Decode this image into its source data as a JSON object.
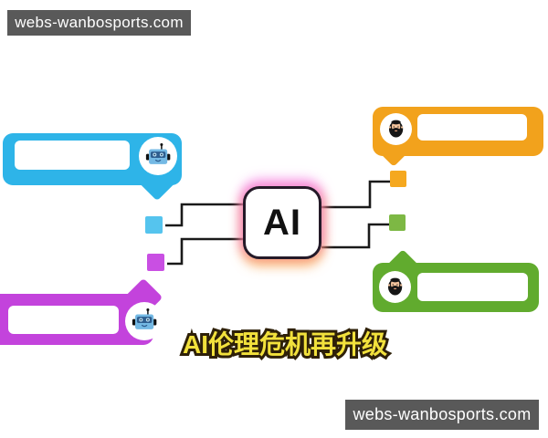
{
  "watermarks": {
    "top": "webs-wanbosports.com",
    "bottom": "webs-wanbosports.com"
  },
  "center_node": {
    "label": "AI"
  },
  "caption": {
    "text": "AI伦理危机再升级"
  },
  "bubbles": [
    {
      "position": "top-left",
      "color_name": "cyan",
      "avatar": "robot",
      "text": ""
    },
    {
      "position": "bottom-left",
      "color_name": "purple",
      "avatar": "robot",
      "text": ""
    },
    {
      "position": "top-right",
      "color_name": "orange",
      "avatar": "man",
      "text": ""
    },
    {
      "position": "bottom-right",
      "color_name": "green",
      "avatar": "man",
      "text": ""
    }
  ],
  "colors": {
    "background": "#FFFFFF",
    "watermark_bg": "#595959",
    "watermark_text": "#FFFFFF",
    "cyan_bubble": "#2EB4E8",
    "cyan_square": "#55C4EE",
    "purple_bubble": "#C343DC",
    "purple_square": "#C94FE3",
    "orange_bubble": "#F2A21C",
    "orange_square": "#F5A81F",
    "green_bubble": "#61AB2E",
    "green_square": "#7DB844",
    "connector": "#1A1A1A",
    "ai_border": "#241A28",
    "ai_glow_top": "#F370E3",
    "ai_glow_bottom": "#F8A046",
    "caption_fill": "#F2E13C",
    "caption_outline": "#2E2008"
  }
}
